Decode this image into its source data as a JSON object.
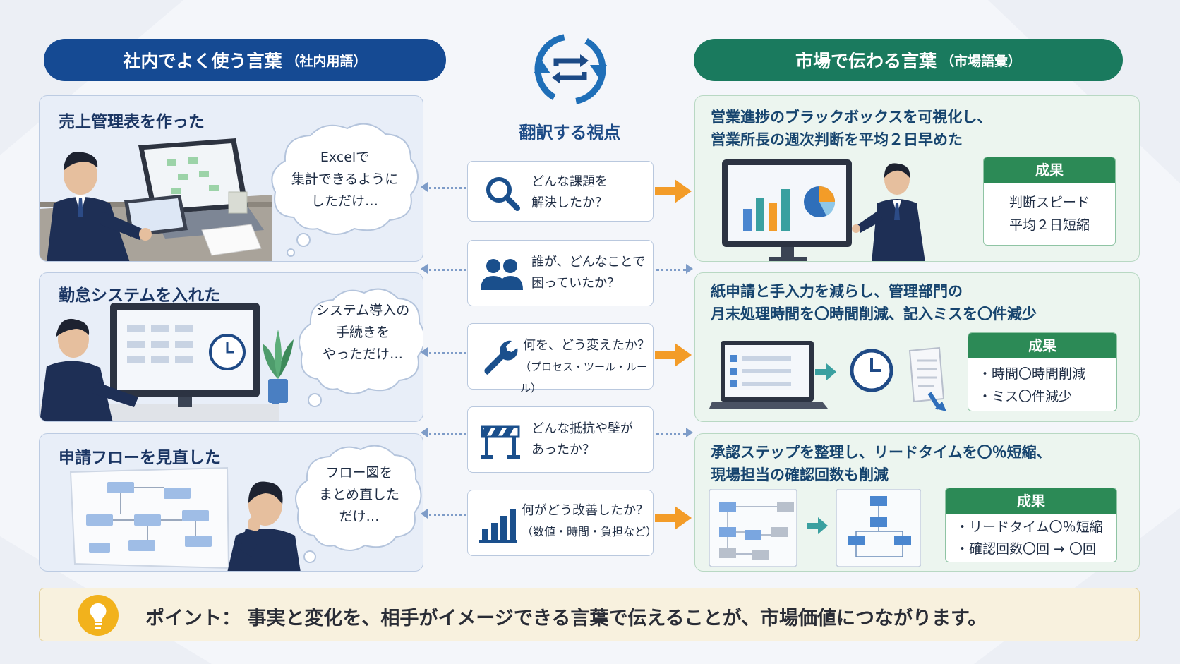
{
  "left_header": {
    "title": "社内でよく使う言葉",
    "sub": "（社内用語）"
  },
  "right_header": {
    "title": "市場で伝わる言葉",
    "sub": "（市場語彙）"
  },
  "center_title": "翻訳する視点",
  "left_cards": [
    {
      "title": "売上管理表を作った",
      "thought": [
        "Excelで",
        "集計できるように",
        "しただけ…"
      ]
    },
    {
      "title": "勤怠システムを入れた",
      "thought": [
        "システム導入の",
        "手続きを",
        "やっただけ…"
      ]
    },
    {
      "title": "申請フローを見直した",
      "thought": [
        "フロー図を",
        "まとめ直した",
        "だけ…"
      ]
    }
  ],
  "questions": [
    {
      "icon": "search-icon",
      "lines": [
        "どんな課題を",
        "解決したか？"
      ]
    },
    {
      "icon": "people-icon",
      "lines": [
        "誰が、どんなことで",
        "困っていたか？"
      ]
    },
    {
      "icon": "wrench-icon",
      "lines": [
        "何を、どう変えたか？",
        "（プロセス・ツール・ルール）"
      ]
    },
    {
      "icon": "barrier-icon",
      "lines": [
        "どんな抵抗や壁が",
        "あったか？"
      ]
    },
    {
      "icon": "bar-chart-icon",
      "lines": [
        "何がどう改善したか？",
        "（数値・時間・負担など）"
      ]
    }
  ],
  "right_cards": [
    {
      "title": [
        "営業進捗のブラックボックスを可視化し、",
        "営業所長の週次判断を平均２日早めた"
      ],
      "result_head": "成果",
      "result_lines": [
        "判断スピード",
        "平均２日短縮"
      ]
    },
    {
      "title": [
        "紙申請と手入力を減らし、管理部門の",
        "月末処理時間を〇時間削減、記入ミスを〇件減少"
      ],
      "result_head": "成果",
      "result_lines": [
        "・時間〇時間削減",
        "・ミス〇件減少"
      ]
    },
    {
      "title": [
        "承認ステップを整理し、リードタイムを〇％短縮、",
        "現場担当の確認回数も削減"
      ],
      "result_head": "成果",
      "result_lines": [
        "・リードタイム〇％短縮",
        "・確認回数〇回 → 〇回"
      ]
    }
  ],
  "point": {
    "icon": "lightbulb-icon",
    "text": "ポイント：  事実と変化を、相手がイメージできる言葉で伝えることが、市場価値につながります。"
  },
  "colors": {
    "navy": "#154a93",
    "green": "#1a7a5e",
    "orange": "#f39c28",
    "result_green": "#2c8a56"
  }
}
